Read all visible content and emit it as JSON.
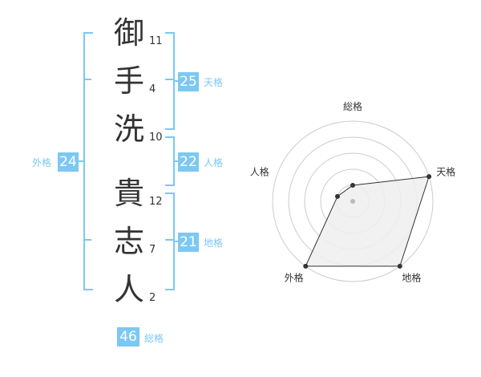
{
  "name_chars": [
    {
      "char": "御",
      "strokes": "11"
    },
    {
      "char": "手",
      "strokes": "4"
    },
    {
      "char": "洗",
      "strokes": "10"
    },
    {
      "char": "貴",
      "strokes": "12"
    },
    {
      "char": "志",
      "strokes": "7"
    },
    {
      "char": "人",
      "strokes": "2"
    }
  ],
  "kakusu": {
    "tenkaku": {
      "value": "25",
      "label": "天格"
    },
    "jinkaku": {
      "value": "22",
      "label": "人格"
    },
    "chikaku": {
      "value": "21",
      "label": "地格"
    },
    "gaikaku": {
      "value": "24",
      "label": "外格"
    },
    "soukaku": {
      "value": "46",
      "label": "総格"
    }
  },
  "colors": {
    "accent": "#7cc8f2",
    "text": "#333333",
    "radar_fill": "#eeeeee",
    "radar_ring": "#cccccc"
  },
  "chart_data": {
    "type": "radar",
    "axes": [
      "総格",
      "天格",
      "地格",
      "外格",
      "人格"
    ],
    "values": [
      1,
      5,
      5,
      5,
      1
    ],
    "range": [
      0,
      5
    ],
    "rings": 5
  }
}
